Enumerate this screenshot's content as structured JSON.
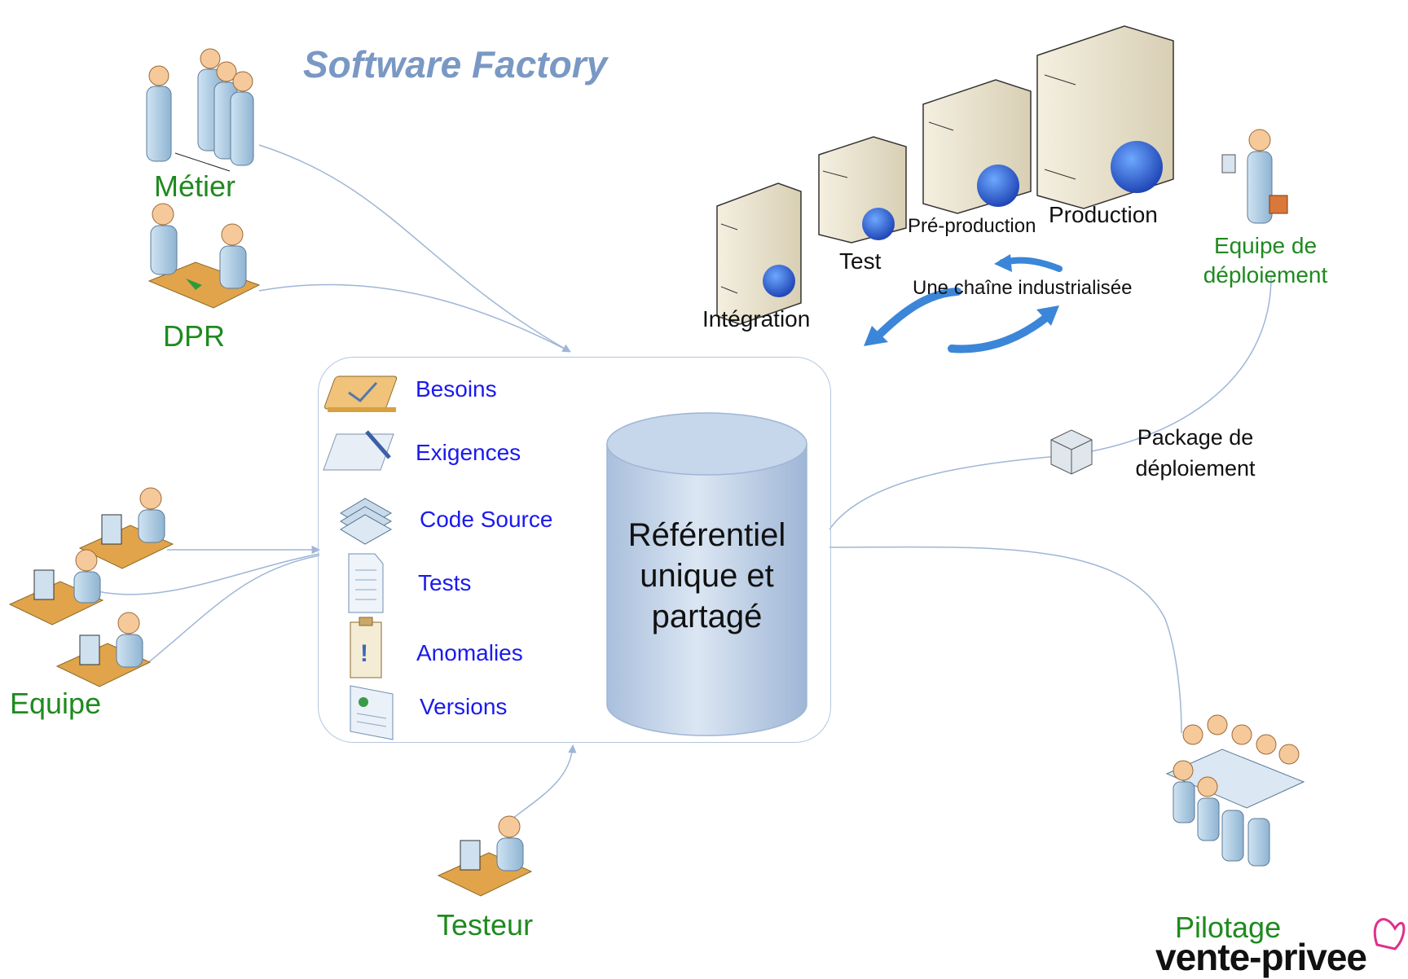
{
  "title": "Software Factory",
  "actors": {
    "metier": "Métier",
    "dpr": "DPR",
    "equipe": "Equipe",
    "testeur": "Testeur",
    "pilotage": "Pilotage",
    "equipe_deploiement": [
      "Equipe de",
      "déploiement"
    ]
  },
  "environments": {
    "integration": "Intégration",
    "test": "Test",
    "preproduction": "Pré-production",
    "production": "Production",
    "chain": "Une chaîne industrialisée"
  },
  "package": [
    "Package de",
    "déploiement"
  ],
  "repository": {
    "items": [
      {
        "label": "Besoins",
        "icon": "clipboard-check-icon"
      },
      {
        "label": "Exigences",
        "icon": "pen-writing-icon"
      },
      {
        "label": "Code Source",
        "icon": "stacked-layers-icon"
      },
      {
        "label": "Tests",
        "icon": "document-icon"
      },
      {
        "label": "Anomalies",
        "icon": "clipboard-alert-icon"
      },
      {
        "label": "Versions",
        "icon": "browser-window-icon"
      }
    ],
    "center_label": [
      "Référentiel",
      "unique et",
      "partagé"
    ]
  },
  "logo": "vente-privee",
  "colors": {
    "title": "#7a98c4",
    "actor_label": "#1f8a1f",
    "item_label": "#1a1aee",
    "connector": "#9fb6d6",
    "cylinder": "#b8cbe4"
  }
}
